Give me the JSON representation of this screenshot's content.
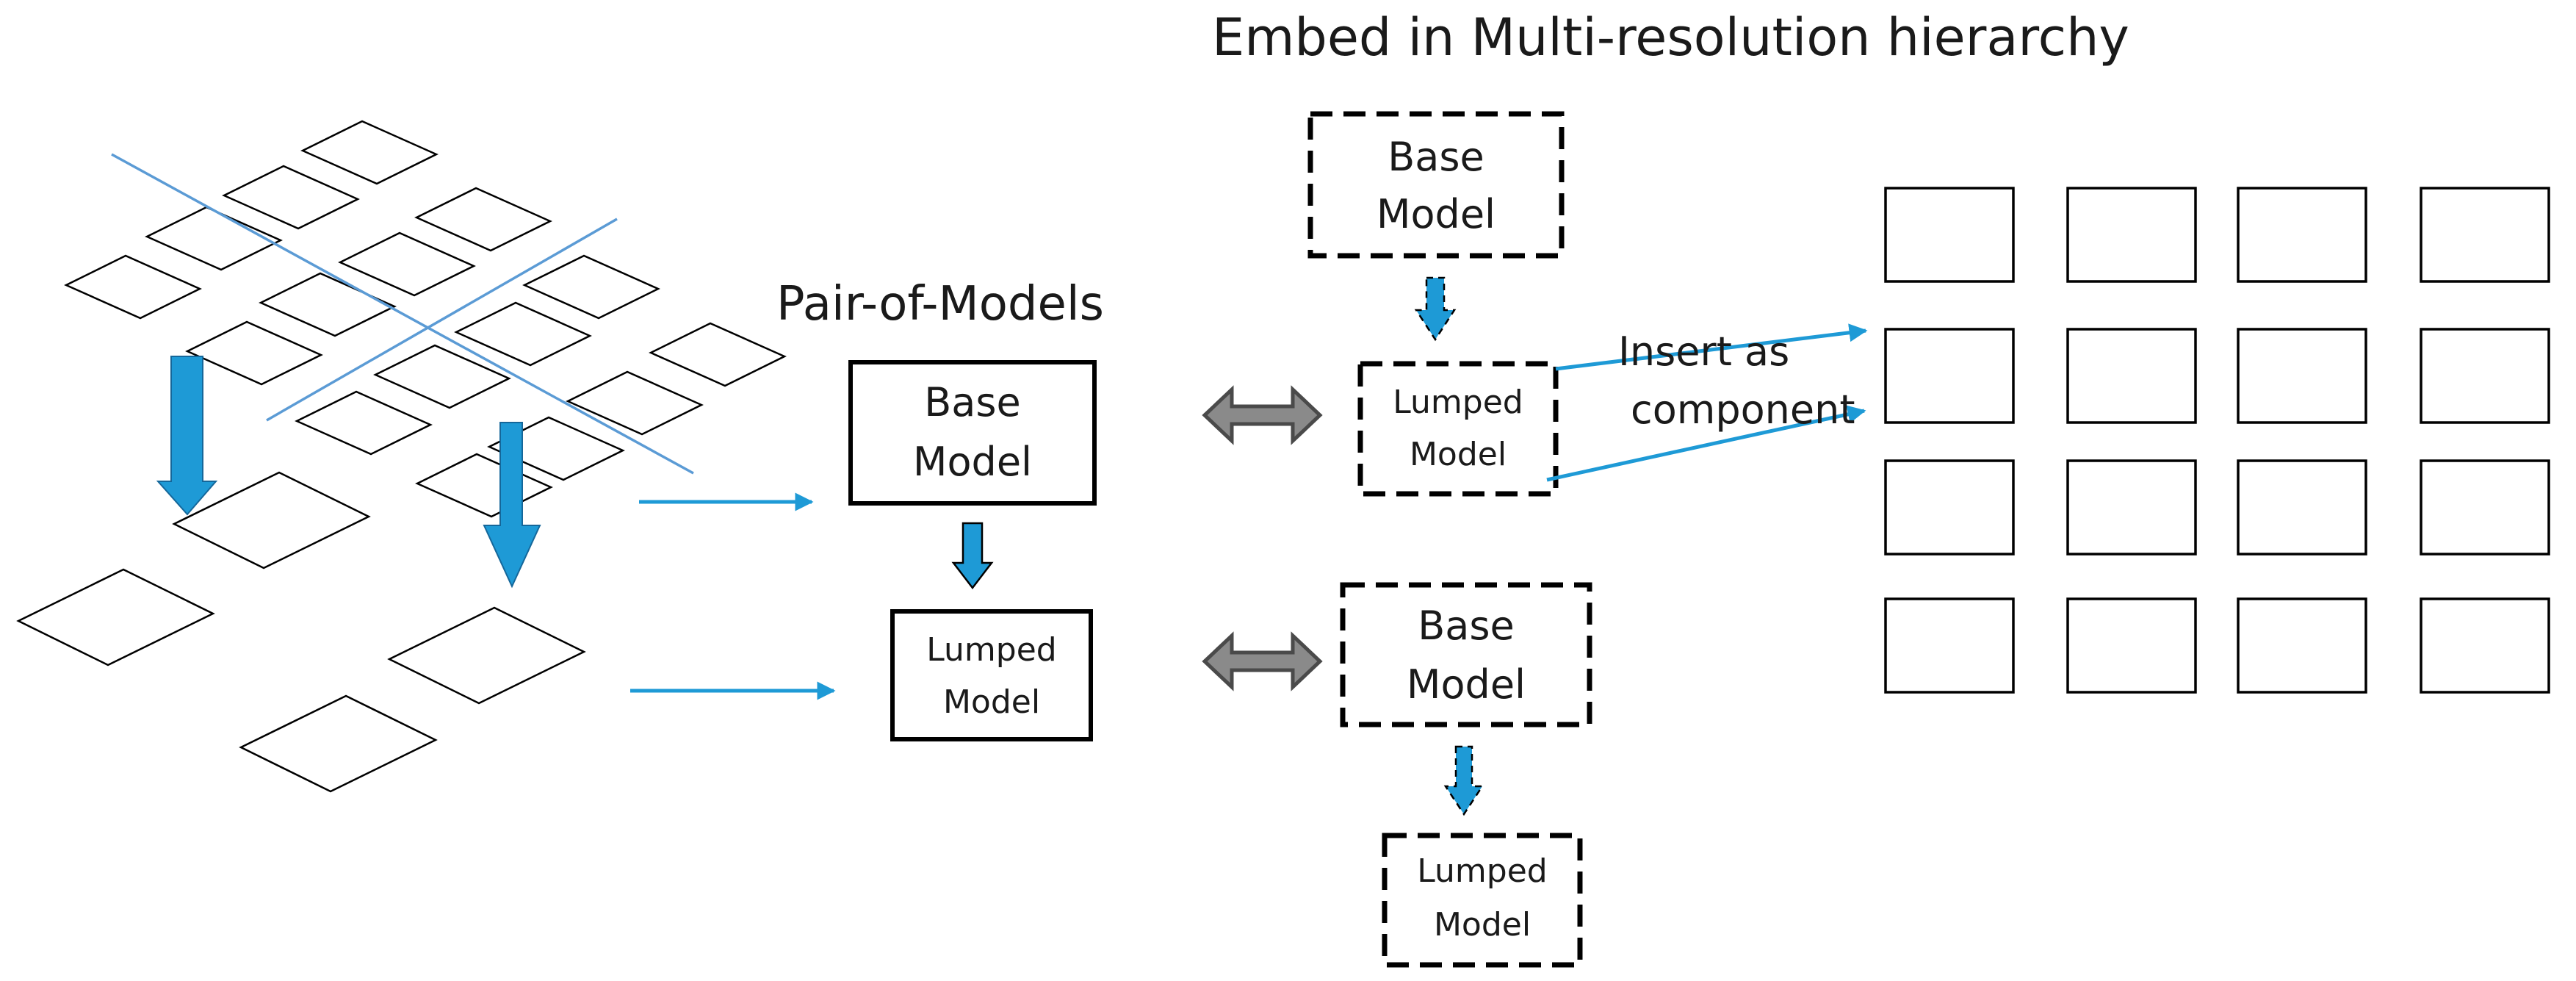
{
  "title": "Embed in Multi-resolution hierarchy",
  "pair_heading": "Pair-of-Models",
  "pair": {
    "base": [
      "Base",
      "Model"
    ],
    "lumped": [
      "Lumped",
      "Model"
    ]
  },
  "top_stack": {
    "base": [
      "Base",
      "Model"
    ],
    "lumped": [
      "Lumped",
      "Model"
    ]
  },
  "bottom_stack": {
    "base": [
      "Base",
      "Model"
    ],
    "lumped": [
      "Lumped",
      "Model"
    ]
  },
  "insert_label": [
    "Insert as",
    "component"
  ],
  "colors": {
    "arrow_blue": "#1e9ad6",
    "line_blue": "#5b9bd5",
    "double_arrow_gray": "#8a8a8a"
  },
  "grid": {
    "rows": 4,
    "cols": 4
  }
}
